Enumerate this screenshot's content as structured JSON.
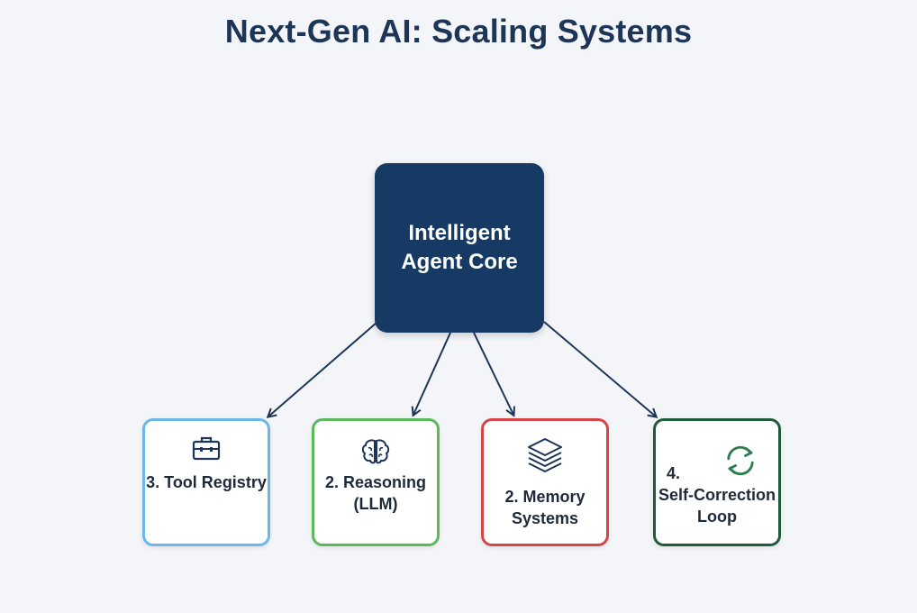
{
  "title": "Next-Gen AI: Scaling Systems",
  "core": {
    "label": "Intelligent Agent Core",
    "color": "#173a64"
  },
  "components": [
    {
      "label": "3. Tool Registry",
      "icon": "toolbox-icon",
      "border_color": "#6cb7ea"
    },
    {
      "label": "2. Reasoning (LLM)",
      "icon": "brain-icon",
      "border_color": "#5cb85c"
    },
    {
      "label": "2. Memory Systems",
      "icon": "layers-stack-icon",
      "border_color": "#d64545"
    },
    {
      "number": "4.",
      "label": "Self-Correction Loop",
      "icon": "refresh-cycle-icon",
      "border_color": "#1f5a3a"
    }
  ],
  "edges": [
    {
      "from": "Intelligent Agent Core",
      "to": "3. Tool Registry"
    },
    {
      "from": "Intelligent Agent Core",
      "to": "2. Reasoning (LLM)"
    },
    {
      "from": "Intelligent Agent Core",
      "to": "2. Memory Systems"
    },
    {
      "from": "Intelligent Agent Core",
      "to": "Self-Correction Loop"
    }
  ]
}
